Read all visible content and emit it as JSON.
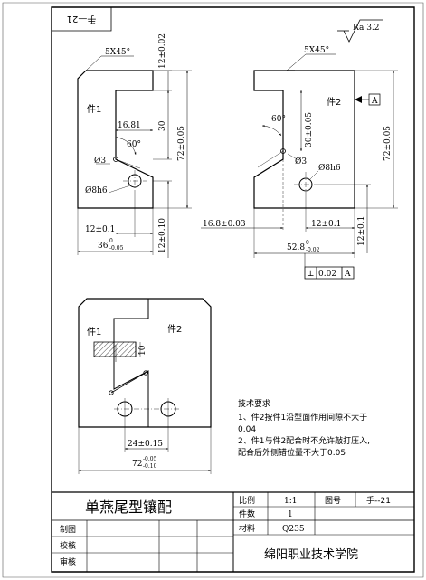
{
  "sheet": {
    "drawing_number_rotated": "手—21",
    "roughness_symbol": "Ra 3.2"
  },
  "view_left": {
    "part_label": "件1",
    "chamfer": "5X45°",
    "dim_top_right": "12±0.02",
    "dim_16_81": "16.81",
    "dim_30": "30",
    "dim_72": "72±0.05",
    "angle_60": "60°",
    "pin_dia": "Ø3",
    "hole_dia": "Ø8h6",
    "dim_12_bottom": "12±0.1",
    "dim_36_main": "36",
    "dim_36_upper": "0",
    "dim_36_lower": "-0.05",
    "dim_12_010": "12±0.10"
  },
  "view_right": {
    "part_label": "件2",
    "chamfer": "5X45°",
    "datum_flag": "A",
    "dim_30": "30±0.05",
    "dim_72": "72±0.05",
    "angle_60": "60°",
    "pin_dia": "Ø3",
    "hole_dia": "Ø8h6",
    "dim_16_8": "16.8±0.03",
    "dim_12_bottom": "12±0.1",
    "dim_12_vert": "12±0.1",
    "dim_52_main": "52.8",
    "dim_52_upper": "0",
    "dim_52_lower": "-0.02",
    "tolerance_symbol": "⊥",
    "tolerance_value": "0.02",
    "tolerance_datum": "A"
  },
  "view_assembly": {
    "part1_label": "件1",
    "part2_label": "件2",
    "dim_10": "10",
    "dim_24": "24±0.15",
    "dim_72_main": "72",
    "dim_72_upper": "-0.05",
    "dim_72_lower": "-0.10"
  },
  "notes": {
    "heading": "技术要求",
    "line1": "1、件2按件1沿型面作用间隙不大于",
    "line2": "0.04",
    "line3": "2、件1与件2配合时不允许敲打压入,",
    "line4": "配合后外侧错位量不大于0.05"
  },
  "title_block": {
    "title": "单燕尾型镶配",
    "scale_label": "比例",
    "scale_value": "1:1",
    "drawing_no_label": "图号",
    "drawing_no_value": "手--21",
    "qty_label": "件数",
    "qty_value": "1",
    "material_label": "材料",
    "material_value": "Q235",
    "drawn_label": "制图",
    "checked_label": "校核",
    "approved_label": "审核",
    "school": "绵阳职业技术学院"
  }
}
